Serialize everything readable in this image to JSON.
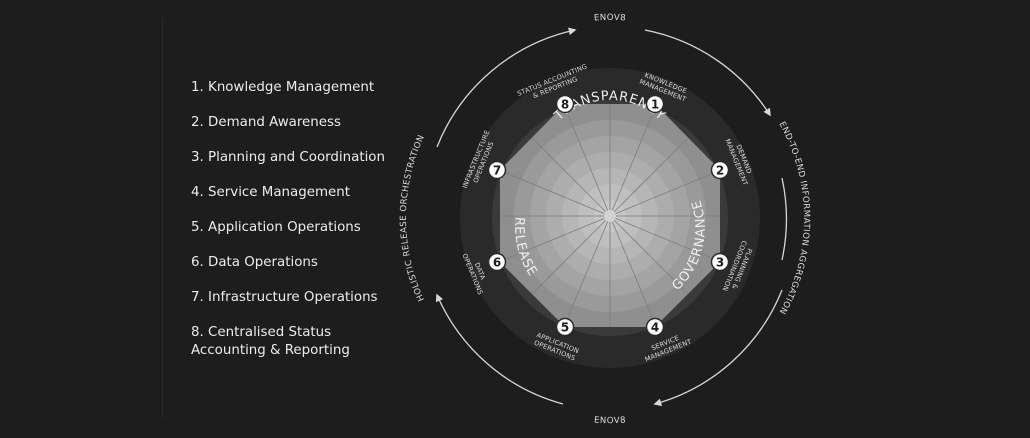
{
  "legend": {
    "items": [
      "1. Knowledge Management",
      "2. Demand Awareness",
      "3. Planning and Coordination",
      "4. Service Management",
      "5. Application Operations",
      "6. Data Operations",
      "7. Infrastructure Operations",
      "8. Centralised Status Accounting & Reporting"
    ]
  },
  "diagram": {
    "ring_top": "ENOV8",
    "ring_bottom": "ENOV8",
    "ring_right": "END-TO-END INFORMATION AGGREGATION",
    "ring_left": "HOLISTIC RELEASE ORCHESTRATION",
    "sectors": [
      "TRANSPARENCY",
      "GOVERNANCE",
      "RELEASE"
    ],
    "nodes": [
      {
        "num": "1",
        "line1": "KNOWLEDGE",
        "line2": "MANAGEMENT"
      },
      {
        "num": "2",
        "line1": "DEMAND",
        "line2": "MANAGEMENT"
      },
      {
        "num": "3",
        "line1": "PLANNING &",
        "line2": "COORDINATION"
      },
      {
        "num": "4",
        "line1": "SERVICE",
        "line2": "MANAGEMENT"
      },
      {
        "num": "5",
        "line1": "APPLICATION",
        "line2": "OPERATIONS"
      },
      {
        "num": "6",
        "line1": "DATA",
        "line2": "OPERATIONS"
      },
      {
        "num": "7",
        "line1": "INFRASTRUCTURE",
        "line2": "OPERATIONS"
      },
      {
        "num": "8",
        "line1": "STATUS ACCOUNTING",
        "line2": "& REPORTING"
      }
    ]
  }
}
